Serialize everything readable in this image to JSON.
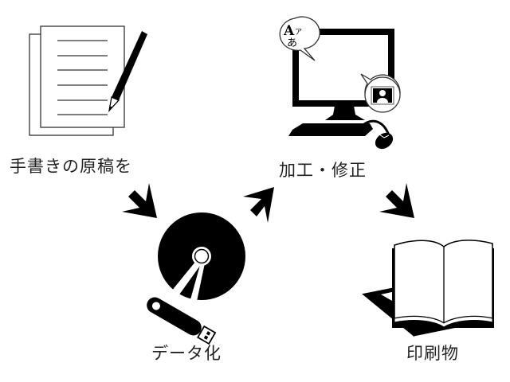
{
  "steps": [
    {
      "id": "manuscript",
      "label": "手書きの原稿を",
      "icon": "handwritten-document-icon"
    },
    {
      "id": "digitize",
      "label": "データ化",
      "icon": "disc-and-usb-icon"
    },
    {
      "id": "edit",
      "label": "加工・修正",
      "icon": "computer-editing-icon"
    },
    {
      "id": "print",
      "label": "印刷物",
      "icon": "printed-book-icon"
    }
  ],
  "bubbles": {
    "text_bubble": {
      "glyph_latin": "A",
      "glyph_katakana": "ア",
      "glyph_hiragana": "あ"
    }
  },
  "arrows": [
    {
      "from": "manuscript",
      "to": "digitize",
      "direction": "down-right"
    },
    {
      "from": "digitize",
      "to": "edit",
      "direction": "up-right"
    },
    {
      "from": "edit",
      "to": "print",
      "direction": "down-right"
    }
  ],
  "colors": {
    "ink": "#000000",
    "paper": "#ffffff",
    "line": "#333333",
    "text": "#222222"
  }
}
